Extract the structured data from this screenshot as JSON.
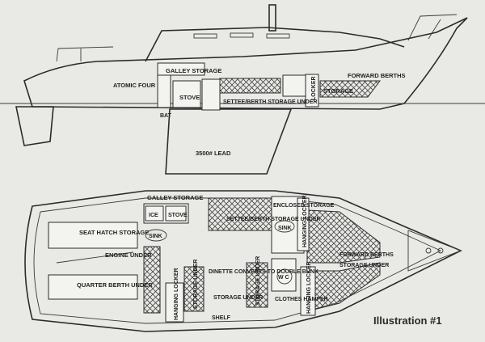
{
  "profile": {
    "galley_storage": "GALLEY STORAGE",
    "stove": "STOVE",
    "atomic_four": "ATOMIC FOUR",
    "bat": "BAT",
    "settee_storage": "SETTEE/BERTH STORAGE UNDER",
    "locker": "LOCKER",
    "forward_berths": "FORWARD BERTHS",
    "storage": "STORAGE",
    "lead": "3500# LEAD"
  },
  "plan": {
    "galley_storage": "GALLEY STORAGE",
    "ice": "ICE",
    "stove": "STOVE",
    "sink_galley": "SINK",
    "seat_hatch_storage": "SEAT HATCH STORAGE",
    "engine_under": "ENGINE UNDER",
    "quarter_berth_under": "QUARTER BERTH UNDER",
    "hanging_locker_aft": "HANGING LOCKER",
    "storage_under_left": "STORAGE UNDER",
    "dinette": "DINETTE CONVERTS TO DOUBLE BUNK",
    "storage_under_center": "STORAGE UNDER",
    "storage_under_right": "STORAGE UNDER",
    "shelf": "SHELF",
    "settee_storage": "SETTEE/BERTH STORAGE UNDER",
    "enclosed_storage": "ENCLOSED STORAGE",
    "sink_head": "SINK",
    "hanging_locker_fwd": "HANGING LOCKER",
    "wc": "W C",
    "clothes_hamper": "CLOTHES HAMPER",
    "hanging_locker_side": "HANGING LOCKER",
    "forward_berths": "FORWARD BERTHS",
    "storage_under_fwd": "STORAGE UNDER"
  },
  "caption": "Illustration #1"
}
